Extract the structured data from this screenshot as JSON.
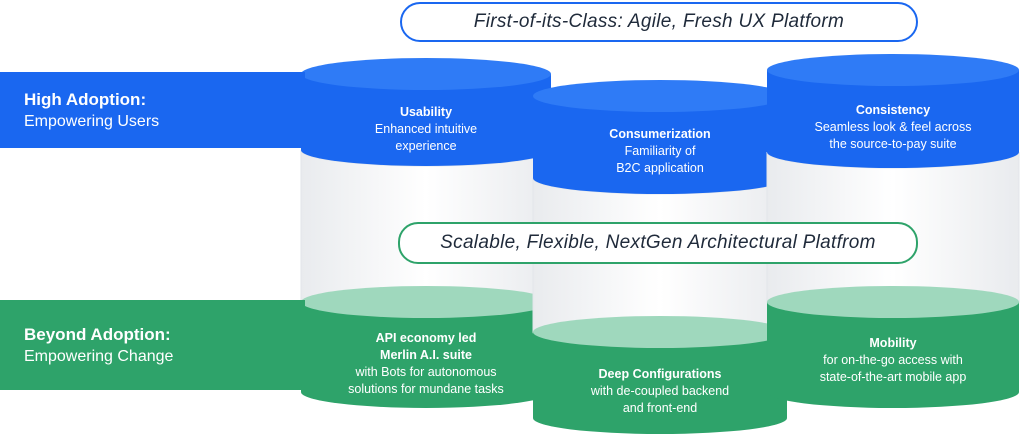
{
  "pills": {
    "top": "First-of-its-Class: Agile, Fresh UX Platform",
    "middle": "Scalable, Flexible, NextGen Architectural Platfrom"
  },
  "bands": {
    "high": {
      "title": "High Adoption:",
      "subtitle": "Empowering Users"
    },
    "beyond": {
      "title": "Beyond Adoption:",
      "subtitle": "Empowering Change"
    }
  },
  "blue_items": [
    {
      "title": "Usability",
      "lines": [
        "Enhanced intuitive",
        "experience"
      ]
    },
    {
      "title": "Consumerization",
      "lines": [
        "Familiarity of",
        "B2C application"
      ]
    },
    {
      "title": "Consistency",
      "lines": [
        "Seamless look & feel across",
        "the source-to-pay suite"
      ]
    }
  ],
  "green_items": [
    {
      "title": "API economy led",
      "title2": "Merlin A.I. suite",
      "lines": [
        "with Bots for autonomous",
        "solutions for mundane tasks"
      ]
    },
    {
      "title": "Deep Configurations",
      "lines": [
        "with de-coupled backend",
        "and front-end"
      ]
    },
    {
      "title": "Mobility",
      "lines": [
        "for on-the-go access with",
        "state-of-the-art mobile app"
      ]
    }
  ],
  "colors": {
    "blue": "#1a67f0",
    "blue_top": "#2f7bf6",
    "green": "#2ea36a",
    "green_top": "#9fd8bd",
    "glass": "#eef0f2",
    "text_dark": "#1f2a3a"
  }
}
